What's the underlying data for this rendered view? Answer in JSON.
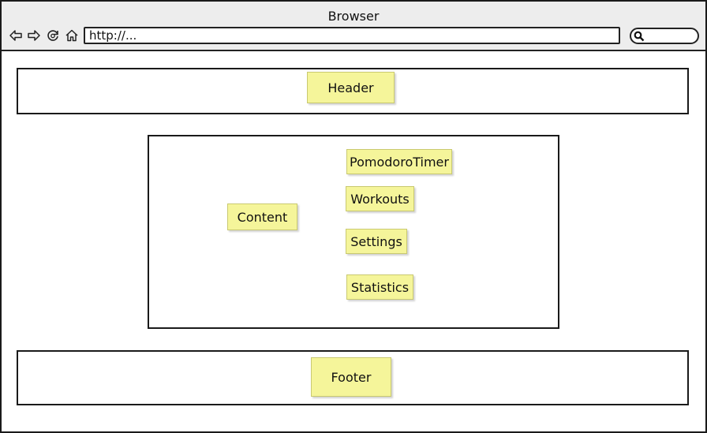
{
  "browser": {
    "title": "Browser",
    "url": "http://...",
    "icons": [
      "back-arrow-icon",
      "forward-arrow-icon",
      "reload-icon",
      "home-icon",
      "search-icon"
    ]
  },
  "diagram": {
    "header": {
      "label": "Header"
    },
    "content": {
      "label": "Content",
      "children": [
        "PomodoroTimer",
        "Workouts",
        "Settings",
        "Statistics"
      ]
    },
    "footer": {
      "label": "Footer"
    }
  },
  "colors": {
    "sticky_note": "#f5f59a",
    "outline": "#1a1a1a",
    "chrome": "#ededed"
  }
}
